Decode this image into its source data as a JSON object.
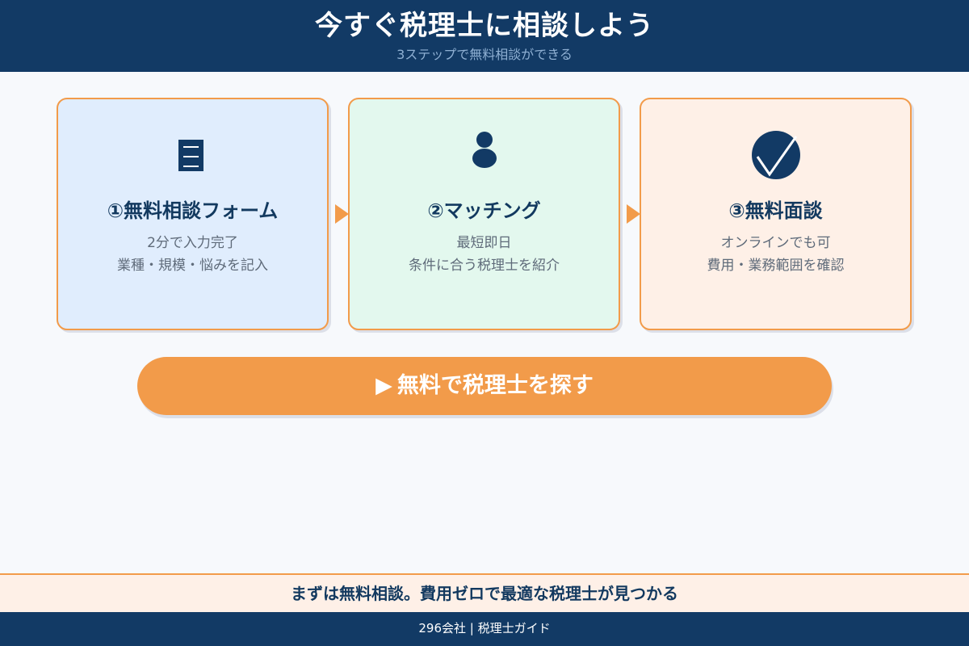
{
  "header": {
    "title": "今すぐ税理士に相談しよう",
    "subtitle": "3ステップで無料相談ができる"
  },
  "steps": [
    {
      "icon": "document-icon",
      "title": "①無料相談フォーム",
      "lines": [
        "2分で入力完了",
        "業種・規模・悩みを記入"
      ],
      "bg_color": "#e0edfd"
    },
    {
      "icon": "person-icon",
      "title": "②マッチング",
      "lines": [
        "最短即日",
        "条件に合う税理士を紹介"
      ],
      "bg_color": "#e3f8ee"
    },
    {
      "icon": "check-circle-icon",
      "title": "③無料面談",
      "lines": [
        "オンラインでも可",
        "費用・業務範囲を確認"
      ],
      "bg_color": "#fef0e7"
    }
  ],
  "cta": {
    "icon": "▶",
    "label": "無料で税理士を探す"
  },
  "banner": {
    "text": "まずは無料相談。費用ゼロで最適な税理士が見つかる"
  },
  "footer": {
    "text": "296会社 | 税理士ガイド"
  },
  "colors": {
    "navy": "#123a65",
    "accent_orange": "#f29b4a",
    "page_bg": "#f7f9fc"
  }
}
